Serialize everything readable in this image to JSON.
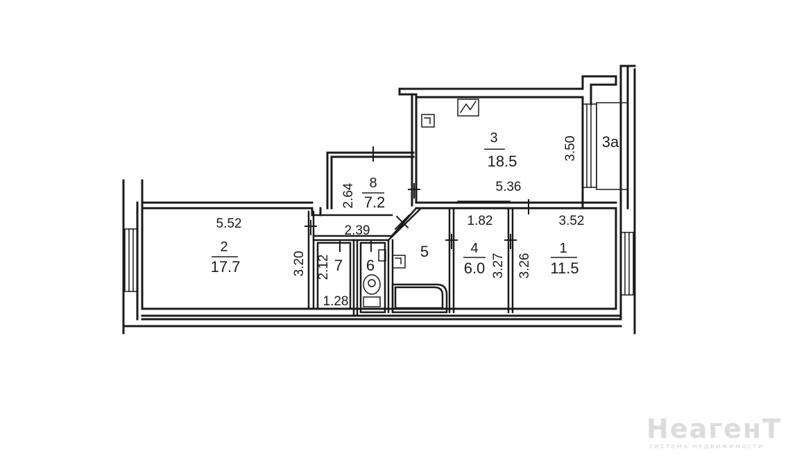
{
  "rooms": [
    {
      "id": "room-1",
      "number": "1",
      "area": "11.5"
    },
    {
      "id": "room-2",
      "number": "2",
      "area": "17.7"
    },
    {
      "id": "room-3",
      "number": "3",
      "area": "18.5"
    },
    {
      "id": "room-3a",
      "number": "3а"
    },
    {
      "id": "room-4",
      "number": "4",
      "area": "6.0"
    },
    {
      "id": "room-5",
      "number": "5"
    },
    {
      "id": "room-6",
      "number": "6"
    },
    {
      "id": "room-7",
      "number": "7"
    },
    {
      "id": "room-8",
      "number": "8",
      "area": "7.2"
    }
  ],
  "dimensions": {
    "room2_width": "5.52",
    "room2_depth": "3.20",
    "room3_width": "5.36",
    "room3_depth": "3.50",
    "room8_depth": "2.64",
    "corridor_width": "2.39",
    "room7_depth": "2.12",
    "room7_width": "1.28",
    "room4_width": "1.82",
    "room4_depth": "3.27",
    "room1_width": "3.52",
    "room1_depth": "3.26"
  },
  "watermark": {
    "logo": "НеагенТ",
    "subtitle": "система недвижимости"
  }
}
